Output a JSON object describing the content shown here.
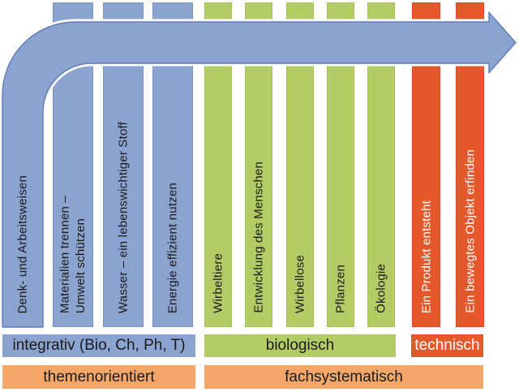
{
  "columns": [
    {
      "label": "Denk- und Arbeitsweisen",
      "group": "integrativ"
    },
    {
      "label": "Materialien trennen –\nUmwelt schützen",
      "group": "integrativ"
    },
    {
      "label": "Wasser – ein lebenswichtiger Stoff",
      "group": "integrativ"
    },
    {
      "label": "Energie effizient nutzen",
      "group": "integrativ"
    },
    {
      "label": "Wirbeltiere",
      "group": "biologisch"
    },
    {
      "label": "Entwicklung des Menschen",
      "group": "biologisch"
    },
    {
      "label": "Wirbellose",
      "group": "biologisch"
    },
    {
      "label": "Pflanzen",
      "group": "biologisch"
    },
    {
      "label": "Ökologie",
      "group": "biologisch"
    },
    {
      "label": "Ein Produkt entsteht",
      "group": "technisch"
    },
    {
      "label": "Ein bewegtes Objekt erfinden",
      "group": "technisch"
    }
  ],
  "group_labels": {
    "integrativ": "integrativ (Bio, Ch, Ph, T)",
    "biologisch": "biologisch",
    "technisch": "technisch"
  },
  "orientation_labels": {
    "left": "themenorientiert",
    "right": "fachsystematisch"
  },
  "colors": {
    "blue": "#8BA3CF",
    "blue_border": "#7994C4",
    "green": "#B3CC66",
    "green_border": "#A5C152",
    "orange_red": "#E5582B",
    "orange_border": "#D84E22",
    "light_orange": "#F4A768",
    "arrow_fill": "#8BA3CF",
    "arrow_border": "#5E7CB6",
    "text_dark": "#1B1B1B",
    "text_light": "#FFFFFF"
  }
}
